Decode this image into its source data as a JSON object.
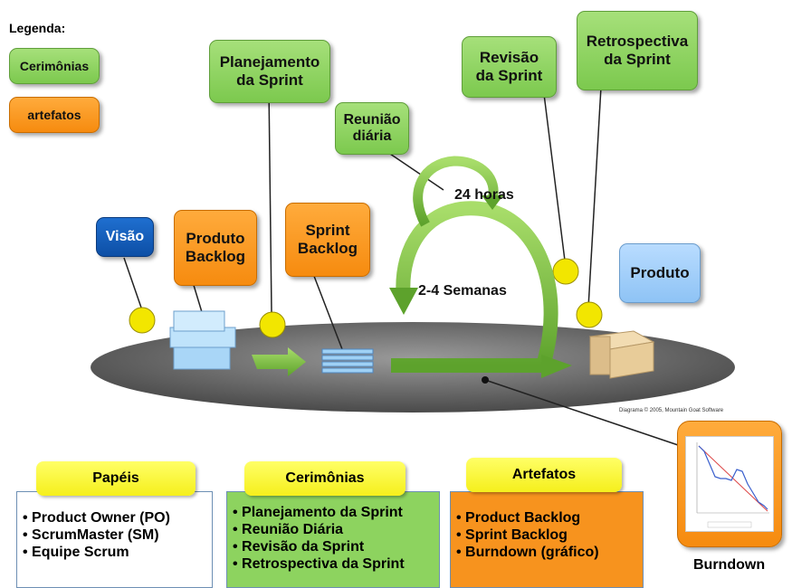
{
  "legend": {
    "title": "Legenda:",
    "ceremonies": "Cerimônias",
    "artifacts": "artefatos"
  },
  "ceremony_boxes": {
    "sprint_planning": "Planejamento\nda Sprint",
    "daily_meeting": "Reunião\ndiária",
    "sprint_review": "Revisão\nda Sprint",
    "retrospective": "Retrospectiva\nda Sprint"
  },
  "artifact_boxes": {
    "vision": "Visão",
    "product_backlog": "Produto\nBacklog",
    "sprint_backlog": "Sprint\nBacklog",
    "product": "Produto"
  },
  "cycle_labels": {
    "daily": "24 horas",
    "sprint": "2-4 Semanas"
  },
  "copyright": "Diagrama © 2005, Mountain Goat Software",
  "burndown": {
    "label": "Burndown"
  },
  "panels": {
    "roles": {
      "title": "Papéis",
      "items": [
        "• Product Owner (PO)",
        "• ScrumMaster (SM)",
        "• Equipe Scrum"
      ]
    },
    "ceremonies": {
      "title": "Cerimônias",
      "items": [
        "• Planejamento da Sprint",
        "• Reunião Diária",
        "• Revisão da Sprint",
        "• Retrospectiva da Sprint"
      ]
    },
    "artifacts": {
      "title": "Artefatos",
      "items": [
        "• Product Backlog",
        "• Sprint Backlog",
        "• Burndown (gráfico)"
      ]
    }
  },
  "colors": {
    "ceremony": "#8dd35f",
    "artifact": "#f7931e",
    "vision": "#1560bd",
    "product": "#a3d0fb",
    "panel_title": "#ffff33"
  }
}
